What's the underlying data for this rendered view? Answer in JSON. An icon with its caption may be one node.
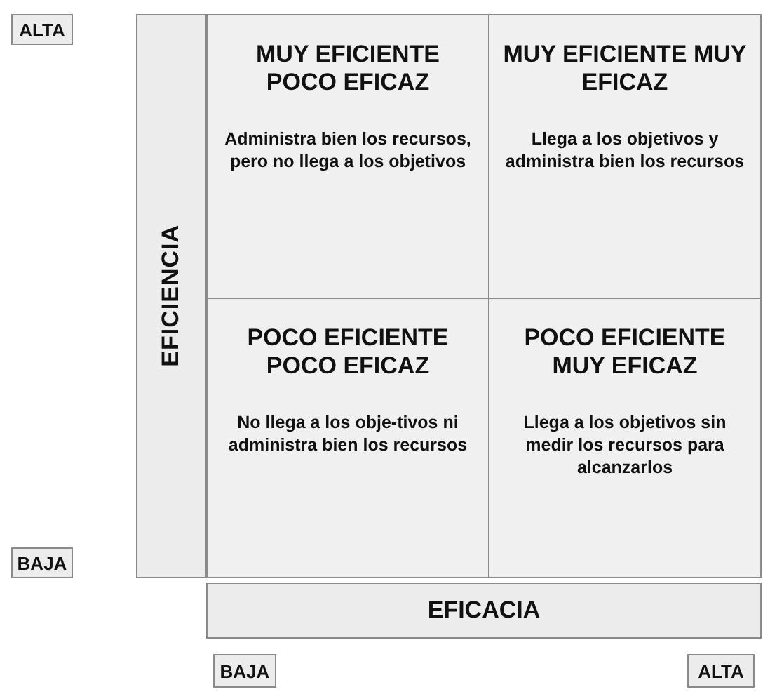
{
  "diagram": {
    "nodes": [
      {
        "text": [
          "ALTA"
        ]
      },
      {
        "text": [
          "BAJA"
        ]
      },
      {
        "text": [
          "EFICIENCIA"
        ]
      },
      {
        "text": [
          "MUY EFICIENTE POCO EFICAZ",
          "Administra bien los recursos, pero no llega a los objetivos"
        ]
      },
      {
        "text": [
          "MUY EFICIENTE MUY EFICAZ",
          "Llega a los objetivos y administra bien los recursos"
        ]
      },
      {
        "text": [
          "POCO EFICIENTE POCO EFICAZ",
          "No llega a los obje-tivos ni administra bien los recursos"
        ]
      },
      {
        "text": [
          "POCO EFICIENTE MUY EFICAZ",
          "Llega a los objetivos sin medir los recursos para alcanzarlos"
        ]
      },
      {
        "text": [
          "EFICACIA"
        ]
      },
      {
        "text": [
          "BAJA"
        ]
      },
      {
        "text": [
          "ALTA"
        ]
      }
    ],
    "edges": []
  }
}
